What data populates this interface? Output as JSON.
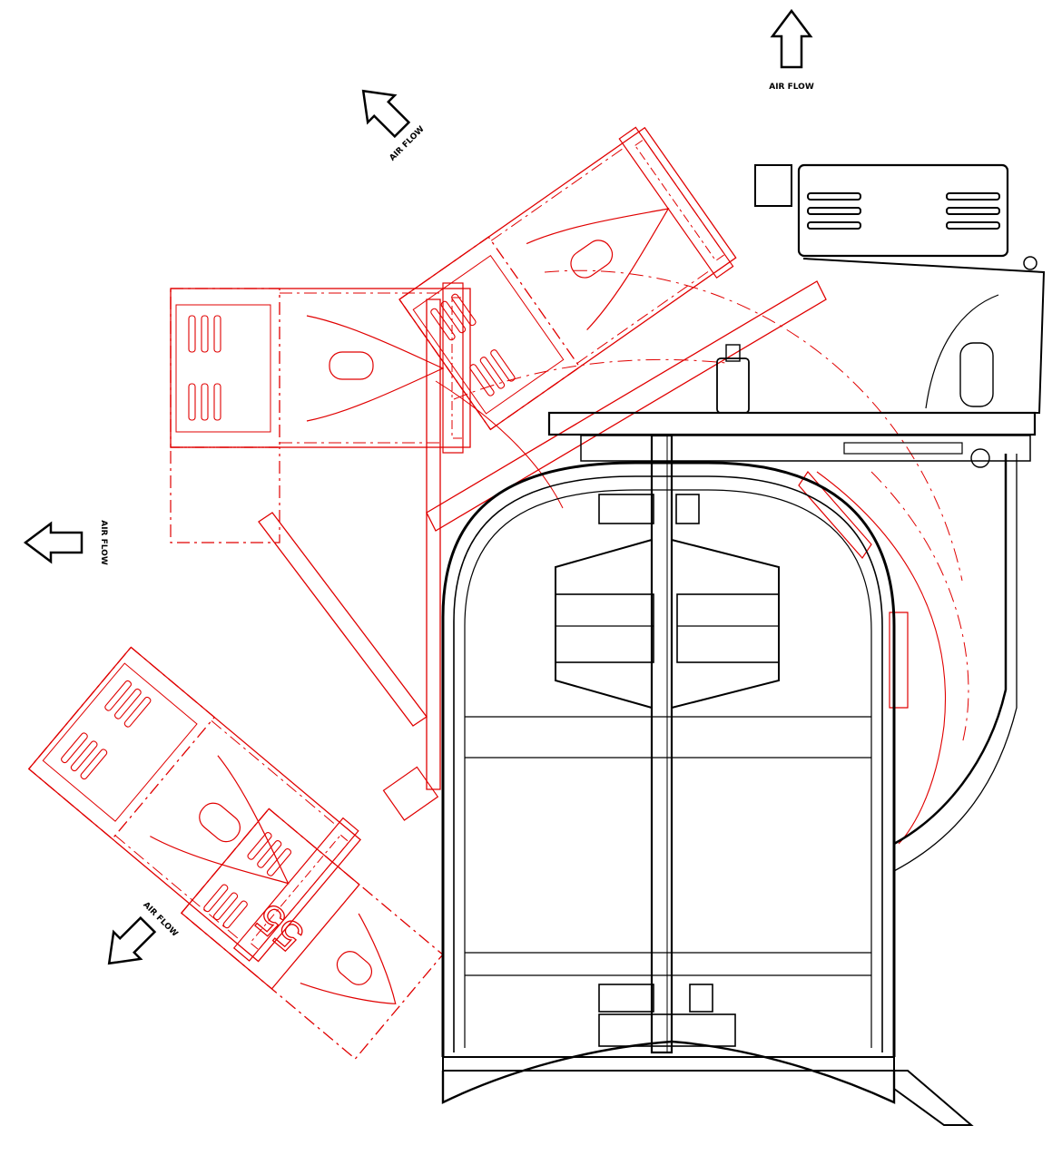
{
  "labels": {
    "airflow_top": "AIR FLOW",
    "airflow_upper_left": "AIR FLOW",
    "airflow_left": "AIR FLOW",
    "airflow_lower_left": "AIR FLOW",
    "part_number": "55"
  },
  "colors": {
    "installed_outline": "#000000",
    "alternate_position_outline": "#e00000",
    "background": "#ffffff"
  },
  "icons": [
    "arrow-up-icon",
    "arrow-up-left-icon",
    "arrow-left-icon",
    "arrow-down-left-icon"
  ]
}
